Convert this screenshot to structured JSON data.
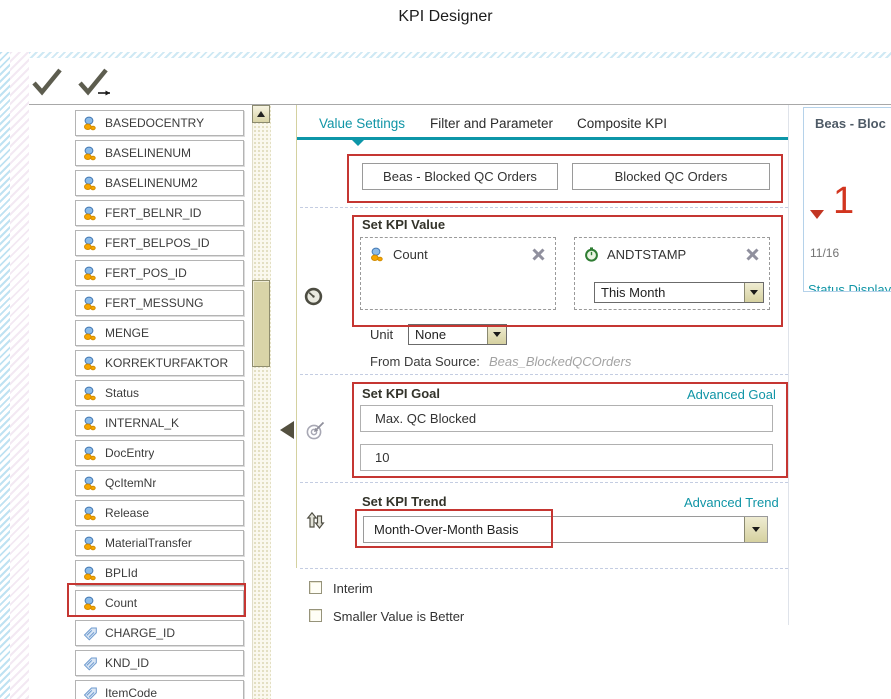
{
  "page": {
    "title": "KPI Designer"
  },
  "colors": {
    "accent_teal": "#1095a6",
    "annotation_red": "#c53632",
    "kpi_value_red": "#d2351f",
    "combo_button_beige": "#ddd8a6"
  },
  "toolbar": {
    "icons": [
      {
        "name": "confirm-check-icon"
      },
      {
        "name": "confirm-and-next-check-icon"
      }
    ]
  },
  "sidebar": {
    "fields": [
      {
        "label": "BASEDOCENTRY",
        "icon": "numeric-field-icon",
        "highlighted": false
      },
      {
        "label": "BASELINENUM",
        "icon": "numeric-field-icon",
        "highlighted": false
      },
      {
        "label": "BASELINENUM2",
        "icon": "numeric-field-icon",
        "highlighted": false
      },
      {
        "label": "FERT_BELNR_ID",
        "icon": "numeric-field-icon",
        "highlighted": false
      },
      {
        "label": "FERT_BELPOS_ID",
        "icon": "numeric-field-icon",
        "highlighted": false
      },
      {
        "label": "FERT_POS_ID",
        "icon": "numeric-field-icon",
        "highlighted": false
      },
      {
        "label": "FERT_MESSUNG",
        "icon": "numeric-field-icon",
        "highlighted": false
      },
      {
        "label": "MENGE",
        "icon": "numeric-field-icon",
        "highlighted": false
      },
      {
        "label": "KORREKTURFAKTOR",
        "icon": "numeric-field-icon",
        "highlighted": false
      },
      {
        "label": "Status",
        "icon": "numeric-field-icon",
        "highlighted": false
      },
      {
        "label": "INTERNAL_K",
        "icon": "numeric-field-icon",
        "highlighted": false
      },
      {
        "label": "DocEntry",
        "icon": "numeric-field-icon",
        "highlighted": false
      },
      {
        "label": "QcItemNr",
        "icon": "numeric-field-icon",
        "highlighted": false
      },
      {
        "label": "Release",
        "icon": "numeric-field-icon",
        "highlighted": false
      },
      {
        "label": "MaterialTransfer",
        "icon": "numeric-field-icon",
        "highlighted": false
      },
      {
        "label": "BPLId",
        "icon": "numeric-field-icon",
        "highlighted": false
      },
      {
        "label": "Count",
        "icon": "numeric-field-icon",
        "highlighted": true
      },
      {
        "label": "CHARGE_ID",
        "icon": "tag-icon",
        "highlighted": false
      },
      {
        "label": "KND_ID",
        "icon": "tag-icon",
        "highlighted": false
      },
      {
        "label": "ItemCode",
        "icon": "tag-icon",
        "highlighted": false
      }
    ]
  },
  "tabs": {
    "items": [
      {
        "label": "Value Settings",
        "active": true
      },
      {
        "label": "Filter and Parameter",
        "active": false
      },
      {
        "label": "Composite KPI",
        "active": false
      }
    ]
  },
  "names": {
    "kpi_name": "Beas - Blocked QC Orders",
    "kpi_display_name": "Blocked QC Orders"
  },
  "value_section": {
    "title": "Set KPI Value",
    "measure_label": "Count",
    "measure_icon": "numeric-field-icon",
    "time_label": "ANDTSTAMP",
    "time_icon": "stopwatch-icon",
    "time_range": "This Month",
    "unit_label": "Unit",
    "unit_value": "None",
    "datasource_label": "From Data Source:",
    "datasource_value": "Beas_BlockedQCOrders"
  },
  "goal_section": {
    "title": "Set KPI Goal",
    "link": "Advanced Goal",
    "goal_name": "Max. QC Blocked",
    "goal_value": "10"
  },
  "trend_section": {
    "title": "Set KPI Trend",
    "link": "Advanced Trend",
    "basis": "Month-Over-Month Basis"
  },
  "options": [
    {
      "label": "Interim",
      "checked": false
    },
    {
      "label": "Smaller Value is Better",
      "checked": false
    }
  ],
  "preview": {
    "title": "Beas - Bloc",
    "trend_direction": "down",
    "value": "1",
    "date": "11/16",
    "link": "Status Display"
  }
}
